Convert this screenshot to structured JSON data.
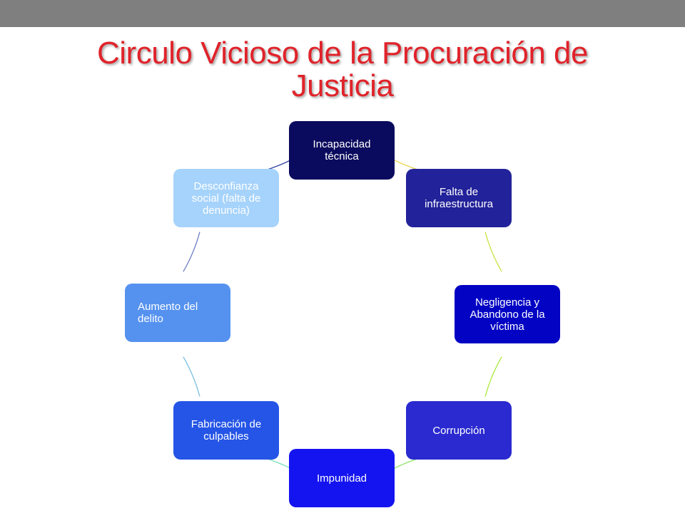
{
  "title": "Circulo Vicioso de la Procuración de Justicia",
  "cycle": {
    "nodes": [
      {
        "label": "Incapacidad técnica",
        "color": "#0a0a5e"
      },
      {
        "label": "Falta de infraestructura",
        "color": "#22229a"
      },
      {
        "label": "Negligencia y Abandono de la víctima",
        "color": "#0303c4"
      },
      {
        "label": "Corrupción",
        "color": "#2a2ad0"
      },
      {
        "label": "Impunidad",
        "color": "#1414f0"
      },
      {
        "label": "Fabricación de culpables",
        "color": "#2555e6"
      },
      {
        "label": "Aumento del delito",
        "color": "#5592f0"
      },
      {
        "label": "Desconfianza social (falta de denuncia)",
        "color": "#a6d3fb"
      }
    ],
    "connector_colors": [
      "#e8d44a",
      "#c8e23c",
      "#a8ea3c",
      "#8ee26a",
      "#7adbb8",
      "#78c0e0",
      "#6b7cc4",
      "#2a3a9a"
    ]
  }
}
